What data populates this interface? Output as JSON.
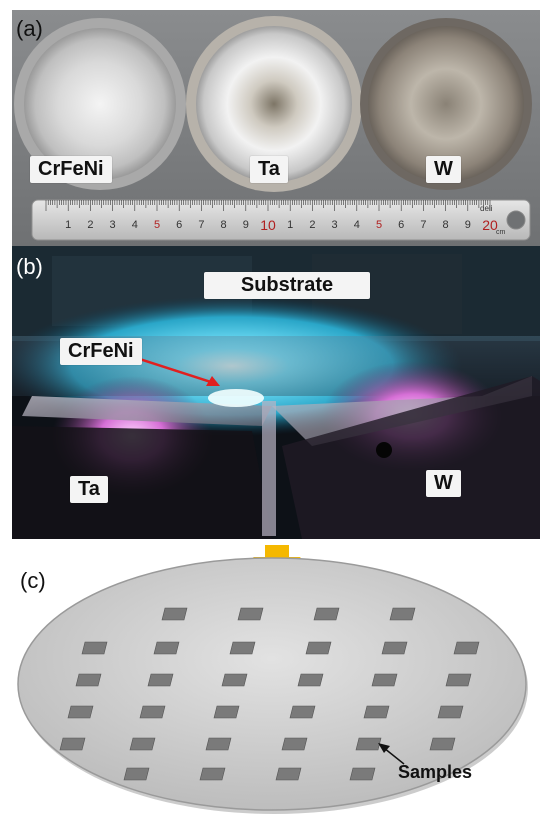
{
  "panel_a": {
    "label": "(a)",
    "targets": [
      "CrFeNi",
      "Ta",
      "W"
    ],
    "ruler": {
      "unit": "cm",
      "brand": "deli",
      "major": [
        "10",
        "20"
      ],
      "ticks": [
        "1",
        "2",
        "3",
        "4",
        "5",
        "6",
        "7",
        "8",
        "9",
        "10",
        "1",
        "2",
        "3",
        "4",
        "5",
        "6",
        "7",
        "8",
        "9",
        "20"
      ]
    }
  },
  "panel_b": {
    "label": "(b)",
    "substrate": "Substrate",
    "crfeni": "CrFeNi",
    "ta": "Ta",
    "w": "W"
  },
  "panel_c": {
    "label": "(c)",
    "samples": "Samples"
  },
  "colors": {
    "arrow": "#f5b800",
    "pointer": "#e02020",
    "plasma_cyan": "#3fd8ff",
    "plasma_pink": "#e070e0",
    "disk": "#cfcfcf",
    "sample": "#7a7a7a"
  }
}
